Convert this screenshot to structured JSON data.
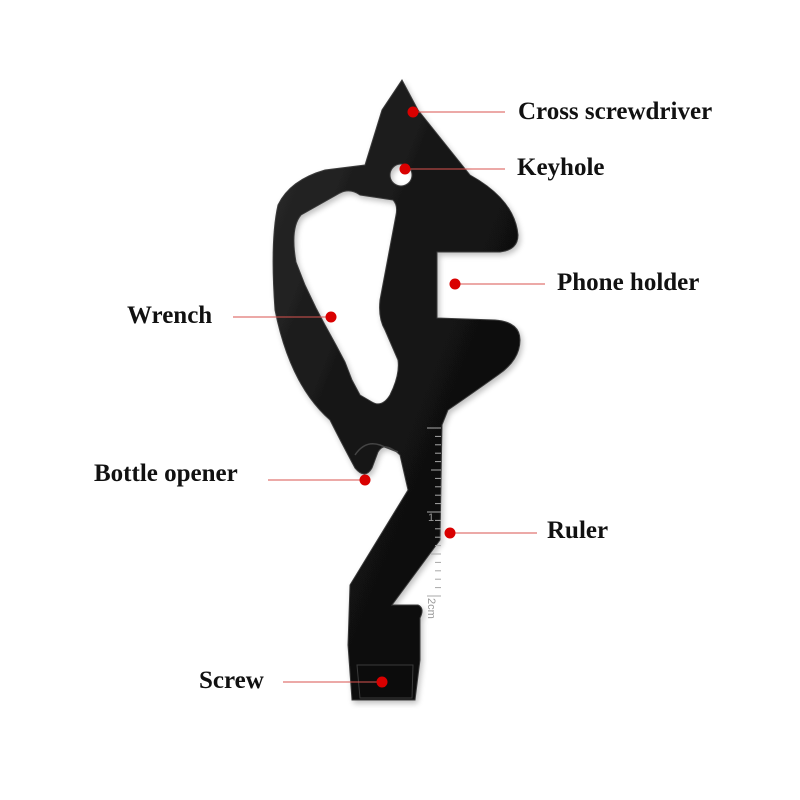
{
  "colors": {
    "tool_body": "#141414",
    "tool_edge": "#3a3a3a",
    "leader_line": "#d9534f",
    "marker_dot": "#d90000",
    "ruler_marks": "#a8a8a8",
    "label_text": "#111111"
  },
  "callouts": {
    "cross_screwdriver": "Cross screwdriver",
    "keyhole": "Keyhole",
    "phone_holder": "Phone holder",
    "wrench": "Wrench",
    "bottle_opener": "Bottle opener",
    "ruler": "Ruler",
    "screw": "Screw"
  },
  "ruler": {
    "mark_1": "1",
    "mark_2": "2cm"
  }
}
